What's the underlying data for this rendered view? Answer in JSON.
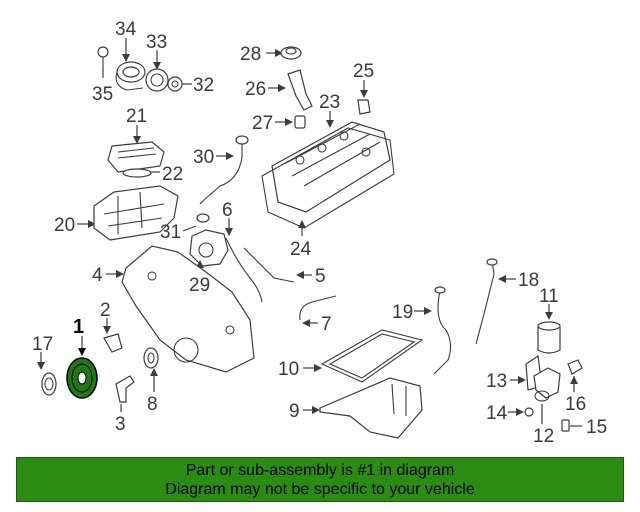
{
  "diagram": {
    "highlight_color": "#1e7a10",
    "callouts": {
      "c1": "1",
      "c2": "2",
      "c3": "3",
      "c4": "4",
      "c5": "5",
      "c6": "6",
      "c7": "7",
      "c8": "8",
      "c9": "9",
      "c10": "10",
      "c11": "11",
      "c12": "12",
      "c13": "13",
      "c14": "14",
      "c15": "15",
      "c16": "16",
      "c17": "17",
      "c18": "18",
      "c19": "19",
      "c20": "20",
      "c21": "21",
      "c22": "22",
      "c23": "23",
      "c24": "24",
      "c25": "25",
      "c26": "26",
      "c27": "27",
      "c28": "28",
      "c29": "29",
      "c30": "30",
      "c31": "31",
      "c32": "32",
      "c33": "33",
      "c34": "34",
      "c35": "35"
    }
  },
  "banner": {
    "line1": "Part or sub-assembly is #1 in diagram",
    "line2": "Diagram may not be specific to your vehicle",
    "color": "#2b8c13"
  }
}
